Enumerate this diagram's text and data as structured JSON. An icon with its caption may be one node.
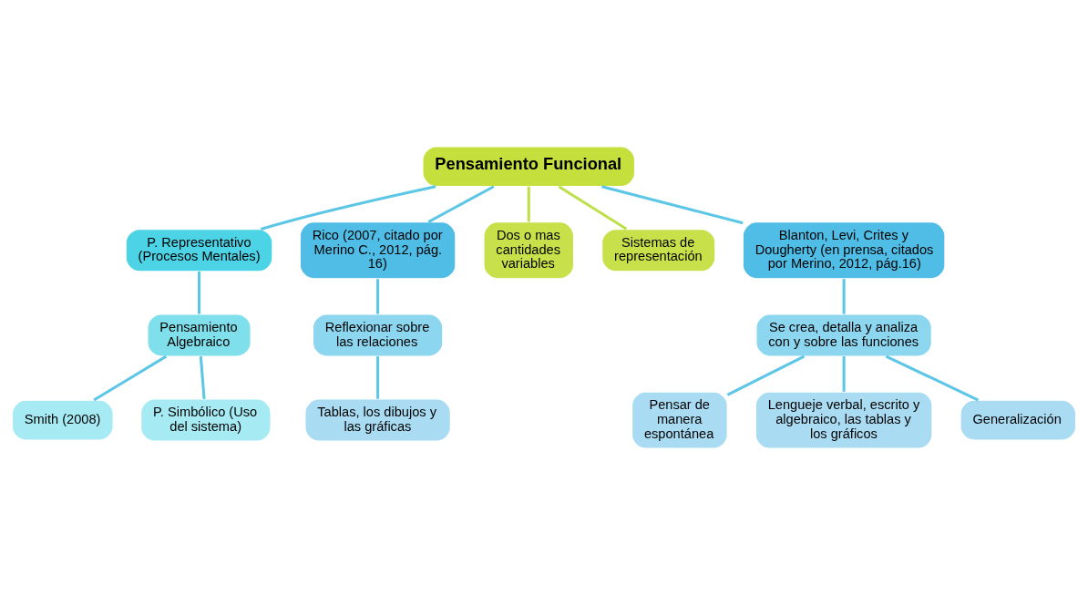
{
  "diagram": {
    "nodes": [
      {
        "text": [
          "Pensamiento Funcional"
        ]
      },
      {
        "text": [
          "P. Representativo (Procesos Mentales)"
        ]
      },
      {
        "text": [
          "Pensamiento Algebraico"
        ]
      },
      {
        "text": [
          "Smith (2008)"
        ]
      },
      {
        "text": [
          "P. Simbólico (Uso del sistema)"
        ]
      },
      {
        "text": [
          "Rico (2007, citado por Merino C., 2012, pág. 16)"
        ]
      },
      {
        "text": [
          "Reflexionar sobre las relaciones"
        ]
      },
      {
        "text": [
          "Tablas, los dibujos y las gráficas"
        ]
      },
      {
        "text": [
          "Dos o mas cantidades variables"
        ]
      },
      {
        "text": [
          "Sistemas de representación"
        ]
      },
      {
        "text": [
          "Blanton, Levi, Crites y Dougherty (en prensa, citados por Merino, 2012, pág.16)"
        ]
      },
      {
        "text": [
          "Se crea, detalla y analiza con y sobre las funciones"
        ]
      },
      {
        "text": [
          "Pensar de manera espontánea"
        ]
      },
      {
        "text": [
          "Lengueje verbal, escrito y algebraico, las tablas y los gráficos"
        ]
      },
      {
        "text": [
          "Generalización"
        ]
      }
    ],
    "edges": [
      {
        "from": 0,
        "to": 1,
        "arrow": "none"
      },
      {
        "from": 1,
        "to": 2,
        "arrow": "none"
      },
      {
        "from": 2,
        "to": 3,
        "arrow": "none"
      },
      {
        "from": 2,
        "to": 4,
        "arrow": "none"
      },
      {
        "from": 0,
        "to": 5,
        "arrow": "none"
      },
      {
        "from": 5,
        "to": 6,
        "arrow": "none"
      },
      {
        "from": 6,
        "to": 7,
        "arrow": "none"
      },
      {
        "from": 0,
        "to": 8,
        "arrow": "none",
        "color": "#bde04a"
      },
      {
        "from": 0,
        "to": 9,
        "arrow": "none",
        "color": "#bde04a"
      },
      {
        "from": 0,
        "to": 10,
        "arrow": "none"
      },
      {
        "from": 10,
        "to": 11,
        "arrow": "none"
      },
      {
        "from": 11,
        "to": 12,
        "arrow": "none"
      },
      {
        "from": 11,
        "to": 13,
        "arrow": "none"
      },
      {
        "from": 11,
        "to": 14,
        "arrow": "none"
      }
    ]
  }
}
